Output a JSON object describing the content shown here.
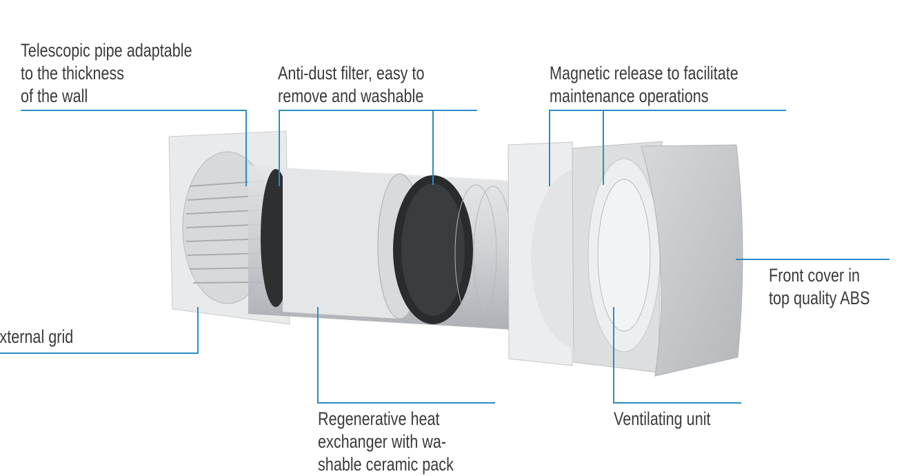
{
  "colors": {
    "leader_line": "#2b8cc4",
    "text": "#3a3a3a"
  },
  "labels": {
    "telescopic_pipe": [
      "Telescopic pipe adaptable",
      "to the thickness",
      "of the wall"
    ],
    "anti_dust_filter": [
      "Anti-dust filter, easy to",
      "remove and washable"
    ],
    "magnetic_release": [
      "Magnetic release to facilitate",
      "maintenance operations"
    ],
    "front_cover": [
      "Front cover in",
      "top quality ABS"
    ],
    "external_grid": [
      "External grid"
    ],
    "heat_exchanger": [
      "Regenerative heat",
      "exchanger with wa-",
      "shable ceramic pack"
    ],
    "ventilating_unit": [
      "Ventilating unit"
    ]
  }
}
